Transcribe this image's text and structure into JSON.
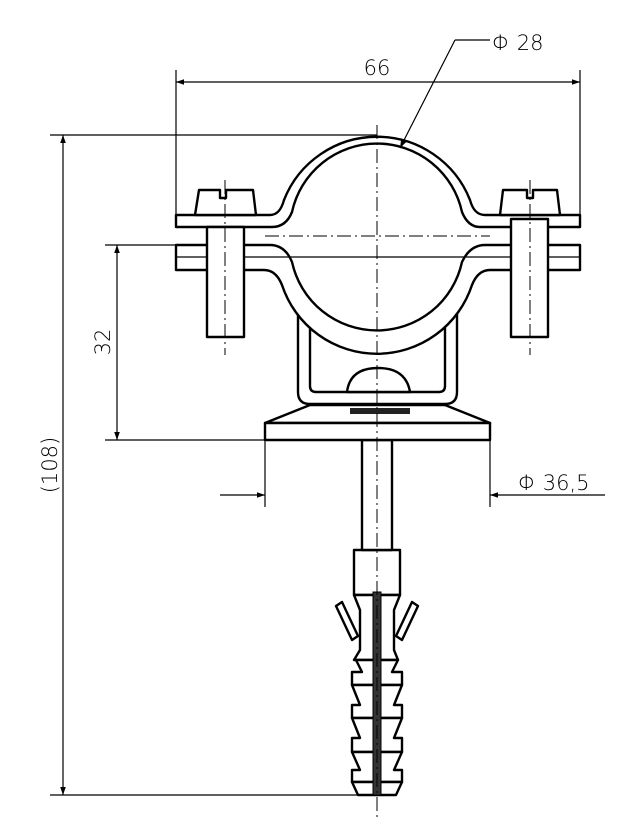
{
  "drawing": {
    "dimensions": {
      "pipe_diameter": "Φ 28",
      "overall_width": "66",
      "height_to_clamp": "32",
      "overall_height": "(108)",
      "base_diameter": "Φ 36,5"
    },
    "line_color": "#000000",
    "background": "#ffffff"
  }
}
